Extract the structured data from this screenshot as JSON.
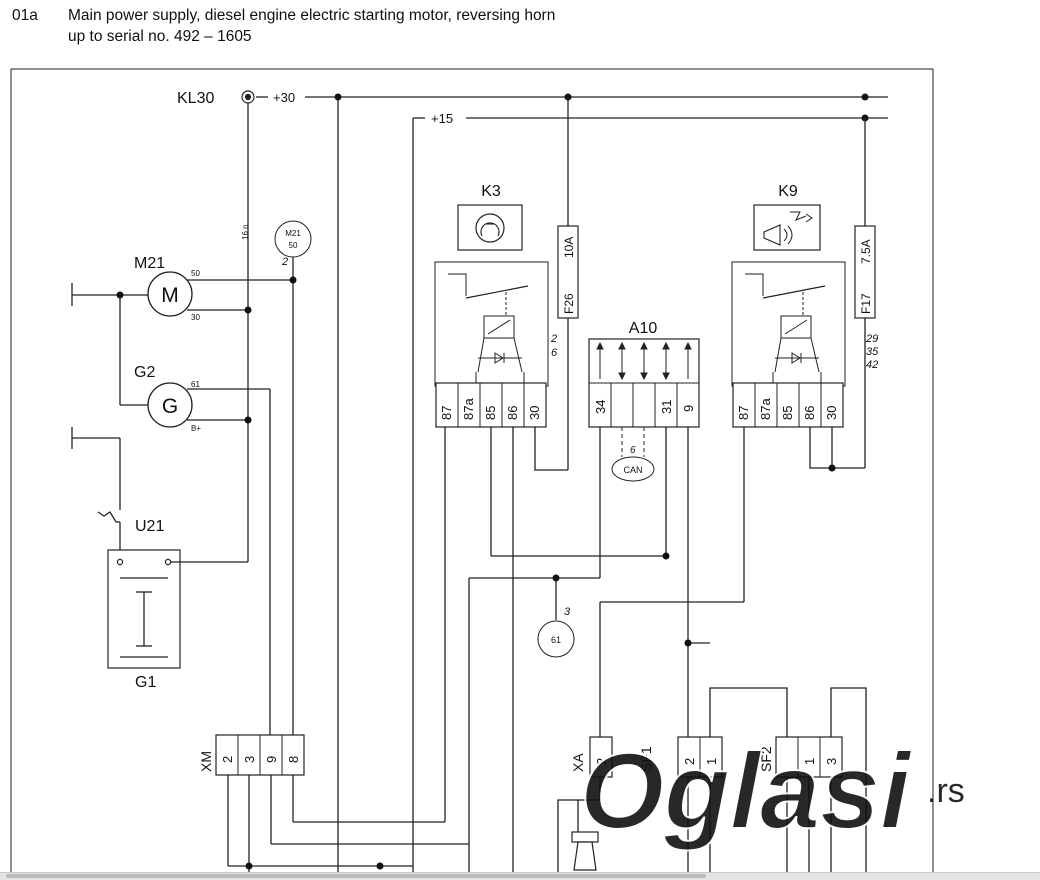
{
  "header": {
    "doc_number": "01a",
    "title_line1": "Main power supply, diesel engine electric starting motor, reversing horn",
    "title_line2": "up to serial no. 492 – 1605"
  },
  "diagram": {
    "kl30": "KL30",
    "plus30": "+30",
    "plus15": "+15",
    "m21": "M21",
    "m21_ref_top": "M21",
    "m21_ref_bot": "50",
    "m21_ref_page": "2",
    "m": "M",
    "m21_t50": "50",
    "m21_t30": "30",
    "g2": "G2",
    "g": "G",
    "g2_t61": "61",
    "g2_tbplus": "B+",
    "u21": "U21",
    "g1": "G1",
    "wire16": "16 n",
    "k3": "K3",
    "k9": "K9",
    "f26": "F26",
    "f26_rating": "10A",
    "f17": "F17",
    "f17_rating": "7.5A",
    "a10": "A10",
    "k3_pins": [
      "87",
      "87a",
      "85",
      "86",
      "30"
    ],
    "k9_pins": [
      "87",
      "87a",
      "85",
      "86",
      "30"
    ],
    "a10_pins": [
      "34",
      "31",
      "9"
    ],
    "k3_refs": [
      "2",
      "6"
    ],
    "k9_refs": [
      "29",
      "35",
      "42"
    ],
    "can": "CAN",
    "can_ref": "6",
    "ref61": "61",
    "ref61_page": "3",
    "xm": "XM",
    "xm_pins": [
      "2",
      "3",
      "9",
      "8"
    ],
    "xa": "XA",
    "xa_pin": "2",
    "sf1": "SF1",
    "sf1_pins": [
      "2",
      "1"
    ],
    "sf2": "SF2",
    "sf2_pins": [
      "1",
      "3"
    ]
  },
  "watermark": {
    "brand": "Oglasi",
    "tld": ".rs",
    "color": "#e0782e"
  }
}
